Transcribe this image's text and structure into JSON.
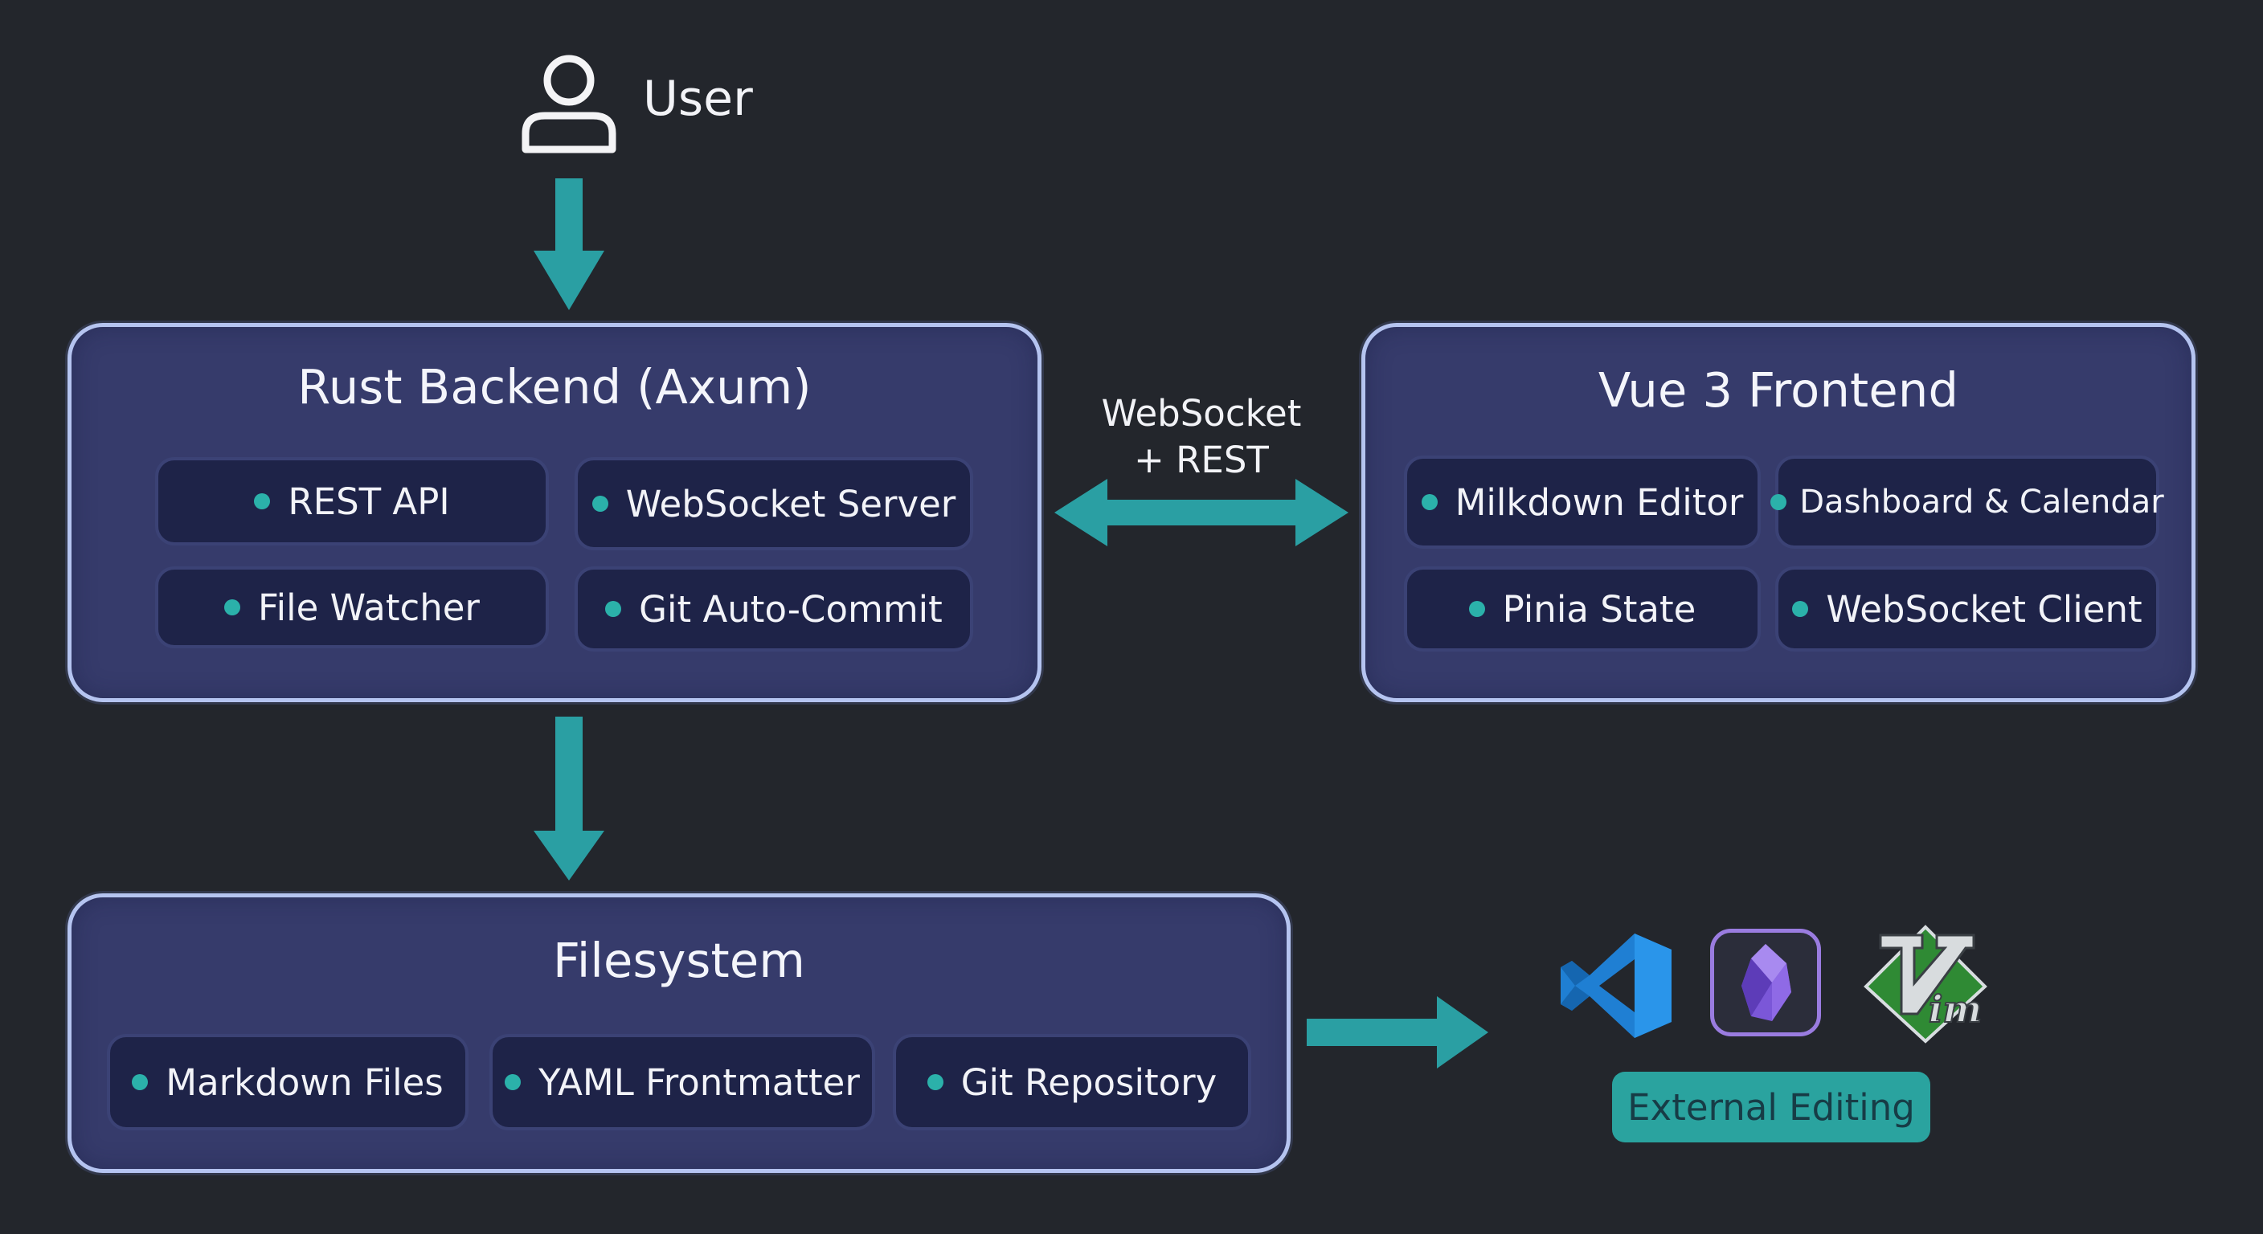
{
  "user": {
    "label": "User"
  },
  "backend": {
    "title": "Rust Backend (Axum)",
    "items": [
      "REST API",
      "WebSocket Server",
      "File Watcher",
      "Git Auto-Commit"
    ]
  },
  "frontend": {
    "title": "Vue 3 Frontend",
    "items": [
      "Milkdown Editor",
      "Dashboard & Calendar",
      "Pinia State",
      "WebSocket Client"
    ]
  },
  "connection": {
    "line1": "WebSocket",
    "line2": "+ REST"
  },
  "filesystem": {
    "title": "Filesystem",
    "items": [
      "Markdown Files",
      "YAML Frontmatter",
      "Git Repository"
    ]
  },
  "external": {
    "badge": "External Editing",
    "icons": [
      "vscode-icon",
      "obsidian-icon",
      "vim-icon"
    ]
  },
  "colors": {
    "background": "#23262c",
    "panel": "#363b6b",
    "panel_border": "#b5c4f0",
    "chip": "#1e2348",
    "accent_teal": "#2a9fa3",
    "badge": "#2aa39f"
  }
}
